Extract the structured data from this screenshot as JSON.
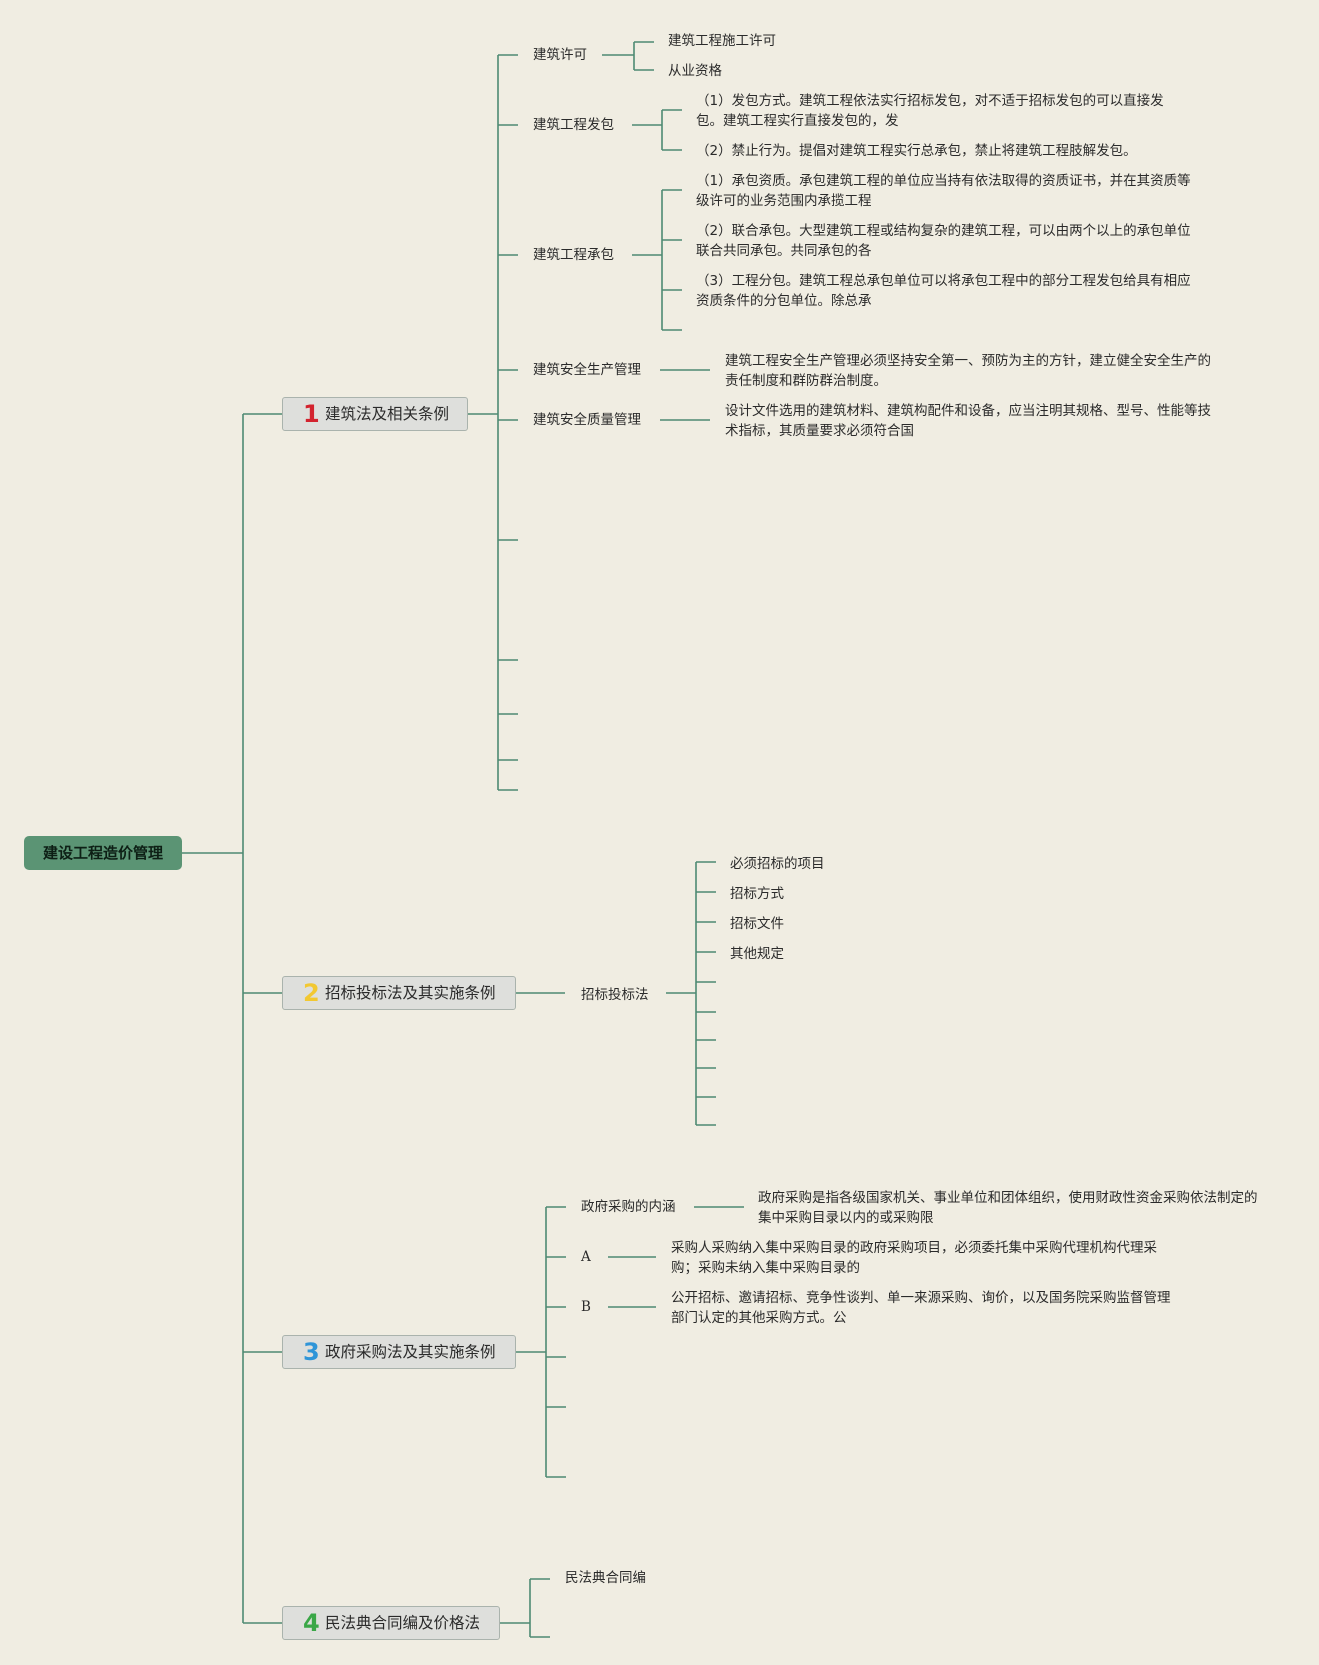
{
  "root": {
    "label": "建设工程造价管理"
  },
  "colors": {
    "line": "#4e8a73",
    "root_bg": "#5b9474",
    "background": "#f0ede2"
  },
  "branches": [
    {
      "number": "1",
      "label": "建筑法及相关条例",
      "children": [
        {
          "label": "建筑许可",
          "items": [
            "建筑工程施工许可",
            "从业资格"
          ]
        },
        {
          "label": "建筑工程发包",
          "items": [
            "（1）发包方式。建筑工程依法实行招标发包，对不适于招标发包的可以直接发包。建筑工程实行直接发包的，发",
            "（2）禁止行为。提倡对建筑工程实行总承包，禁止将建筑工程肢解发包。"
          ]
        },
        {
          "label": "建筑工程承包",
          "items": [
            "（1）承包资质。承包建筑工程的单位应当持有依法取得的资质证书，并在其资质等级许可的业务范围内承揽工程",
            "（2）联合承包。大型建筑工程或结构复杂的建筑工程，可以由两个以上的承包单位联合共同承包。共同承包的各",
            "（3）工程分包。建筑工程总承包单位可以将承包工程中的部分工程发包给具有相应资质条件的分包单位。除总承"
          ]
        },
        {
          "label": "建筑安全生产管理",
          "items": [
            "建筑工程安全生产管理必须坚持安全第一、预防为主的方针，建立健全安全生产的责任制度和群防群治制度。"
          ]
        },
        {
          "label": "建筑安全质量管理",
          "items": [
            "设计文件选用的建筑材料、建筑构配件和设备，应当注明其规格、型号、性能等技术指标，其质量要求必须符合国"
          ]
        }
      ]
    },
    {
      "number": "2",
      "label": "招标投标法及其实施条例",
      "children": [
        {
          "label": "招标投标法",
          "items": [
            "必须招标的项目",
            "招标方式",
            "招标文件",
            "其他规定"
          ]
        }
      ]
    },
    {
      "number": "3",
      "label": "政府采购法及其实施条例",
      "children": [
        {
          "label": "政府采购的内涵",
          "items": [
            "政府采购是指各级国家机关、事业单位和团体组织，使用财政性资金采购依法制定的集中采购目录以内的或采购限"
          ]
        },
        {
          "label": "A",
          "items": [
            "采购人采购纳入集中采购目录的政府采购项目，必须委托集中采购代理机构代理采购；采购未纳入集中采购目录的"
          ]
        },
        {
          "label": "B",
          "items": [
            "公开招标、邀请招标、竞争性谈判、单一来源采购、询价，以及国务院采购监督管理部门认定的其他采购方式。公"
          ]
        }
      ]
    },
    {
      "number": "4",
      "label": "民法典合同编及价格法",
      "children": [
        {
          "label": "民法典合同编",
          "items": []
        }
      ]
    }
  ]
}
